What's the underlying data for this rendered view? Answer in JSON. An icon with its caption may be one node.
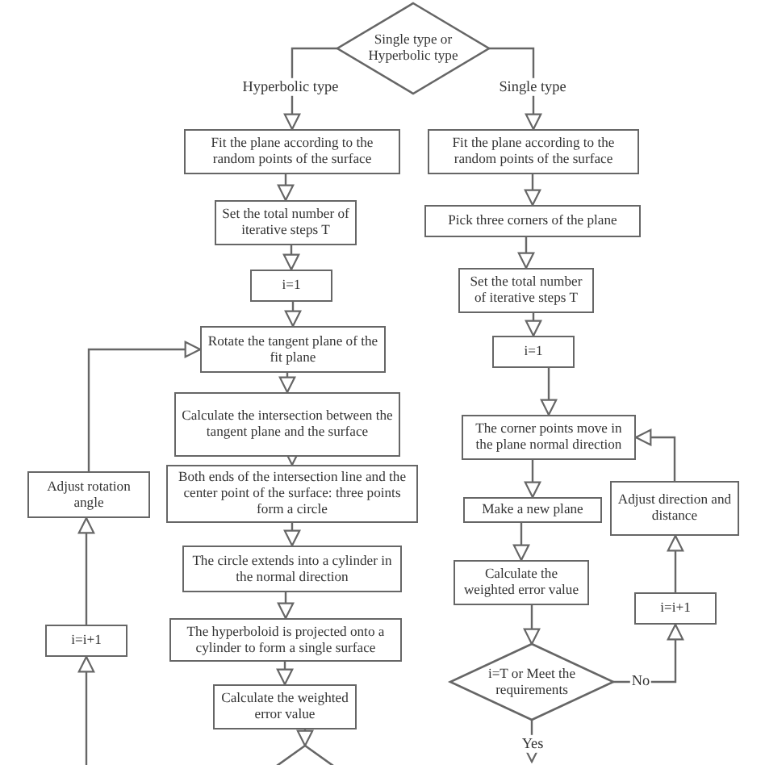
{
  "diagram": {
    "nodes": [
      {
        "text": [
          "Single type or Hyperbolic type"
        ]
      },
      {
        "text": [
          "Fit the plane according to the random points of the surface"
        ]
      },
      {
        "text": [
          "Set the total number of iterative steps T"
        ]
      },
      {
        "text": [
          "i=1"
        ]
      },
      {
        "text": [
          "Rotate the tangent plane of the fit plane"
        ]
      },
      {
        "text": [
          "Calculate the intersection between the tangent plane and the surface"
        ]
      },
      {
        "text": [
          "Both ends of the intersection line and the center point of the surface: three points form a circle"
        ]
      },
      {
        "text": [
          "The circle extends into a cylinder in the normal direction"
        ]
      },
      {
        "text": [
          "The hyperboloid is projected onto a cylinder to form a single surface"
        ]
      },
      {
        "text": [
          "Calculate the weighted error value"
        ]
      },
      {
        "text": [],
        "shape": "diamond"
      },
      {
        "text": [
          "Adjust rotation angle"
        ]
      },
      {
        "text": [
          "i=i+1"
        ]
      },
      {
        "text": [
          "Fit the plane according to the random points of the surface"
        ]
      },
      {
        "text": [
          "Pick three corners of the plane"
        ]
      },
      {
        "text": [
          "Set the total number of iterative steps T"
        ]
      },
      {
        "text": [
          "i=1"
        ]
      },
      {
        "text": [
          "The corner points move in the plane normal direction"
        ]
      },
      {
        "text": [
          "Make a new plane"
        ]
      },
      {
        "text": [
          "Calculate the weighted error value"
        ]
      },
      {
        "text": [
          "i=T or Meet the requirements"
        ]
      },
      {
        "text": [
          "Adjust direction and distance"
        ]
      },
      {
        "text": [
          "i=i+1"
        ]
      }
    ],
    "edges": [
      {
        "from": 0,
        "to": 1,
        "arrow": "to",
        "label": "Hyperbolic type"
      },
      {
        "from": 0,
        "to": 13,
        "arrow": "to",
        "label": "Single type"
      },
      {
        "from": 1,
        "to": 2,
        "arrow": "to"
      },
      {
        "from": 2,
        "to": 3,
        "arrow": "to"
      },
      {
        "from": 3,
        "to": 4,
        "arrow": "to"
      },
      {
        "from": 4,
        "to": 5,
        "arrow": "to"
      },
      {
        "from": 5,
        "to": 6,
        "arrow": "to"
      },
      {
        "from": 6,
        "to": 7,
        "arrow": "to"
      },
      {
        "from": 7,
        "to": 8,
        "arrow": "to"
      },
      {
        "from": 8,
        "to": 9,
        "arrow": "to"
      },
      {
        "from": 9,
        "to": 10,
        "arrow": "to"
      },
      {
        "from": null,
        "to": 12,
        "arrow": "to"
      },
      {
        "from": 12,
        "to": 11,
        "arrow": "to"
      },
      {
        "from": 11,
        "to": 4,
        "arrow": "to"
      },
      {
        "from": 13,
        "to": 14,
        "arrow": "to"
      },
      {
        "from": 14,
        "to": 15,
        "arrow": "to"
      },
      {
        "from": 15,
        "to": 16,
        "arrow": "to"
      },
      {
        "from": 16,
        "to": 17,
        "arrow": "to"
      },
      {
        "from": 17,
        "to": 18,
        "arrow": "to"
      },
      {
        "from": 18,
        "to": 19,
        "arrow": "to"
      },
      {
        "from": 19,
        "to": 20,
        "arrow": "to"
      },
      {
        "from": 20,
        "to": 22,
        "arrow": "to",
        "label": "No"
      },
      {
        "from": 22,
        "to": 21,
        "arrow": "to"
      },
      {
        "from": 21,
        "to": 17,
        "arrow": "to"
      },
      {
        "from": 20,
        "to": null,
        "arrow": "to",
        "label": "Yes"
      }
    ]
  }
}
